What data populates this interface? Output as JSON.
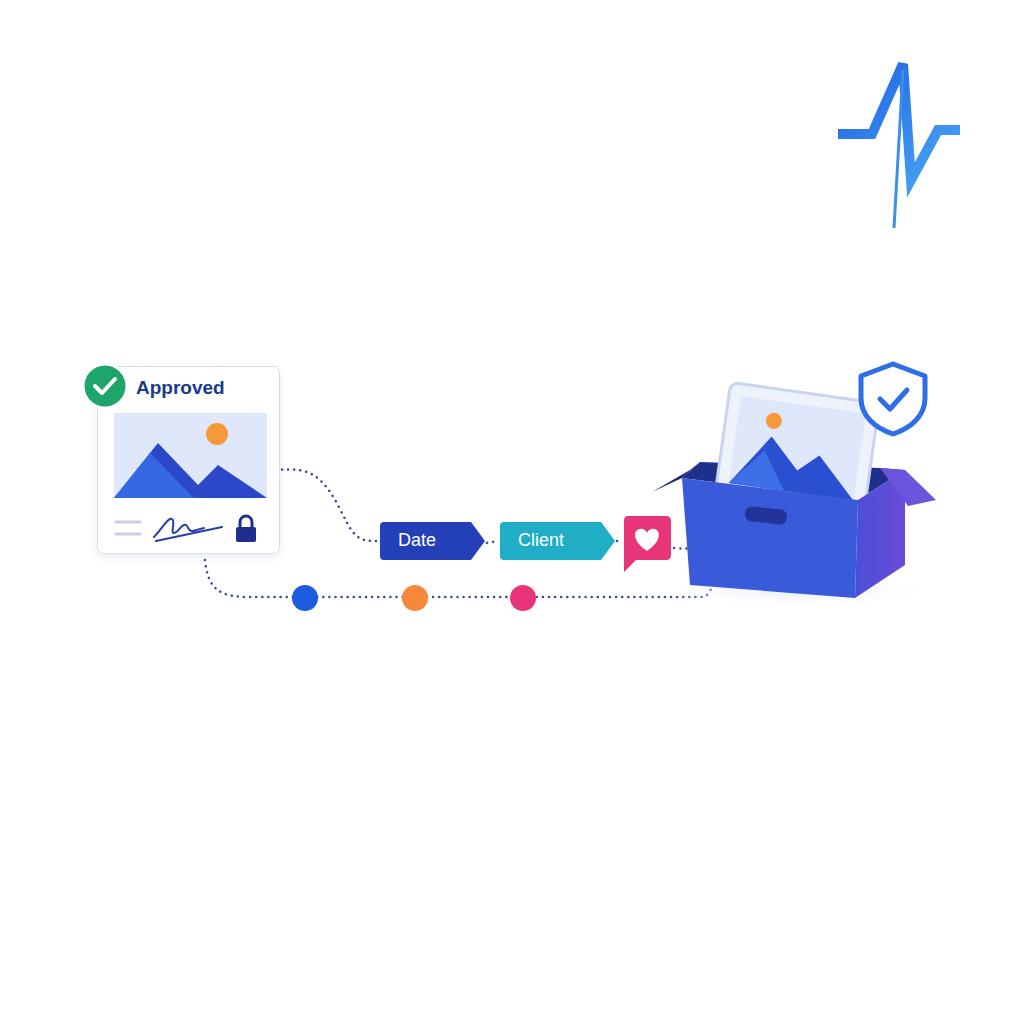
{
  "diagram": {
    "nodes": [
      {
        "text": [
          "Approved"
        ]
      },
      {
        "text": [
          "Date"
        ]
      },
      {
        "text": [
          "Client"
        ]
      }
    ],
    "edges": [
      {
        "from": 0,
        "to": 1,
        "arrow": "none"
      },
      {
        "from": 1,
        "to": 2,
        "arrow": "none"
      }
    ]
  }
}
